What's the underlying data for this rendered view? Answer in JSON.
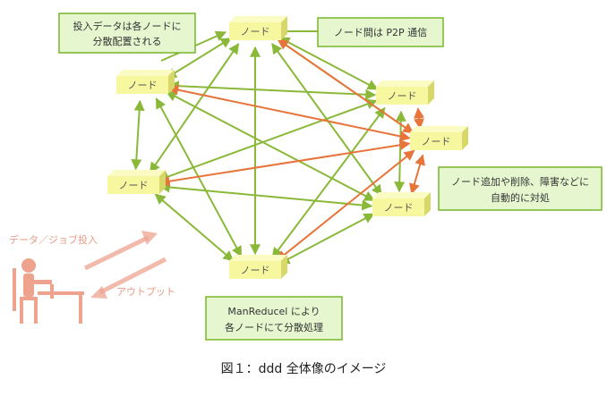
{
  "nodes": [
    {
      "id": "n1",
      "label": "ノード"
    },
    {
      "id": "n2",
      "label": "ノード"
    },
    {
      "id": "n3",
      "label": "ノード"
    },
    {
      "id": "n4",
      "label": "ノード"
    },
    {
      "id": "n5",
      "label": "ノード"
    },
    {
      "id": "n6",
      "label": "ノード"
    },
    {
      "id": "n7",
      "label": "ノード"
    }
  ],
  "edges_green": [
    [
      "n1",
      "n2"
    ],
    [
      "n1",
      "n3"
    ],
    [
      "n1",
      "n4"
    ],
    [
      "n1",
      "n5"
    ],
    [
      "n1",
      "n6"
    ],
    [
      "n1",
      "n7"
    ],
    [
      "n2",
      "n3"
    ],
    [
      "n2",
      "n4"
    ],
    [
      "n2",
      "n6"
    ],
    [
      "n2",
      "n7"
    ],
    [
      "n3",
      "n4"
    ],
    [
      "n3",
      "n6"
    ],
    [
      "n3",
      "n7"
    ],
    [
      "n4",
      "n6"
    ],
    [
      "n4",
      "n7"
    ],
    [
      "n6",
      "n7"
    ]
  ],
  "edges_orange": [
    [
      "n1",
      "n5"
    ],
    [
      "n2",
      "n5"
    ],
    [
      "n3",
      "n5"
    ],
    [
      "n7",
      "n5"
    ],
    [
      "n4",
      "n5"
    ],
    [
      "n6",
      "n5"
    ]
  ],
  "callouts": {
    "distribute": [
      "投入データは各ノードに",
      "分散配置される"
    ],
    "p2p": [
      "ノード間は P2P 通信"
    ],
    "add_remove": [
      "ノード追加や削除、障害などに",
      "自動的に対処"
    ],
    "mapreduce": [
      "ManReducel により",
      "各ノードにて分散処理"
    ]
  },
  "user": {
    "input_label": "データ／ジョブ投入",
    "output_label": "アウトプット"
  },
  "caption": "図１：ddd 全体像のイメージ",
  "colors": {
    "green": "#8ab838",
    "orange": "#e7743a",
    "node_fill": "#f7f7a0",
    "callout_fill": "#e6f7cf",
    "callout_border": "#78b62c",
    "user_pink": "#eea38f"
  }
}
